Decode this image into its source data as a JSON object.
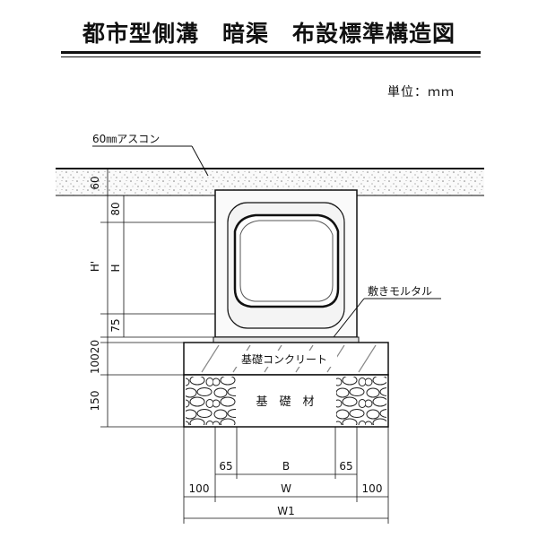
{
  "title": "都市型側溝　暗渠　布設標準構造図",
  "unit_label": "単位：ｍｍ",
  "callouts": {
    "asphalt": "60㎜アスコン",
    "mortar": "敷きモルタル"
  },
  "layers": {
    "base_concrete": "基礎コンクリート",
    "base_material": "基　礎　材"
  },
  "dimensions": {
    "left": {
      "asphalt_thickness": "60",
      "top_wall": "80",
      "inner_height": "H",
      "outer_height": "H'",
      "bottom_wall": "75",
      "mortar_and_concrete": "10020",
      "base_material": "150"
    },
    "bottom": {
      "wall_left": "65",
      "inner_width": "B",
      "wall_right": "65",
      "margin_left": "100",
      "outer_width": "W",
      "margin_right": "100",
      "total_width": "W1"
    }
  }
}
